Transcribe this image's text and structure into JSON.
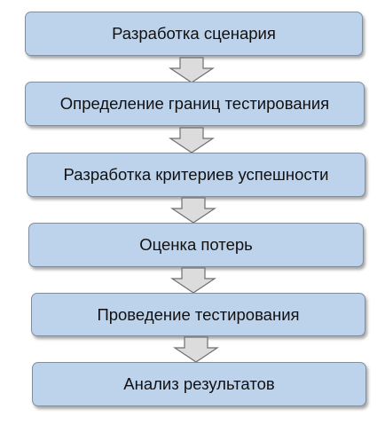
{
  "flowchart": {
    "steps": [
      {
        "label": "Разработка сценария"
      },
      {
        "label": "Определение границ тестирования"
      },
      {
        "label": "Разработка критериев успешности"
      },
      {
        "label": "Оценка потерь"
      },
      {
        "label": "Проведение тестирования"
      },
      {
        "label": "Анализ результатов"
      }
    ],
    "colors": {
      "box_fill": "#bdd3ec",
      "box_border": "#7f8fa0",
      "arrow_fill": "#dcdcdc",
      "arrow_stroke": "#6f6f6f",
      "text": "#111111"
    },
    "connector": "down-arrow-icon"
  }
}
